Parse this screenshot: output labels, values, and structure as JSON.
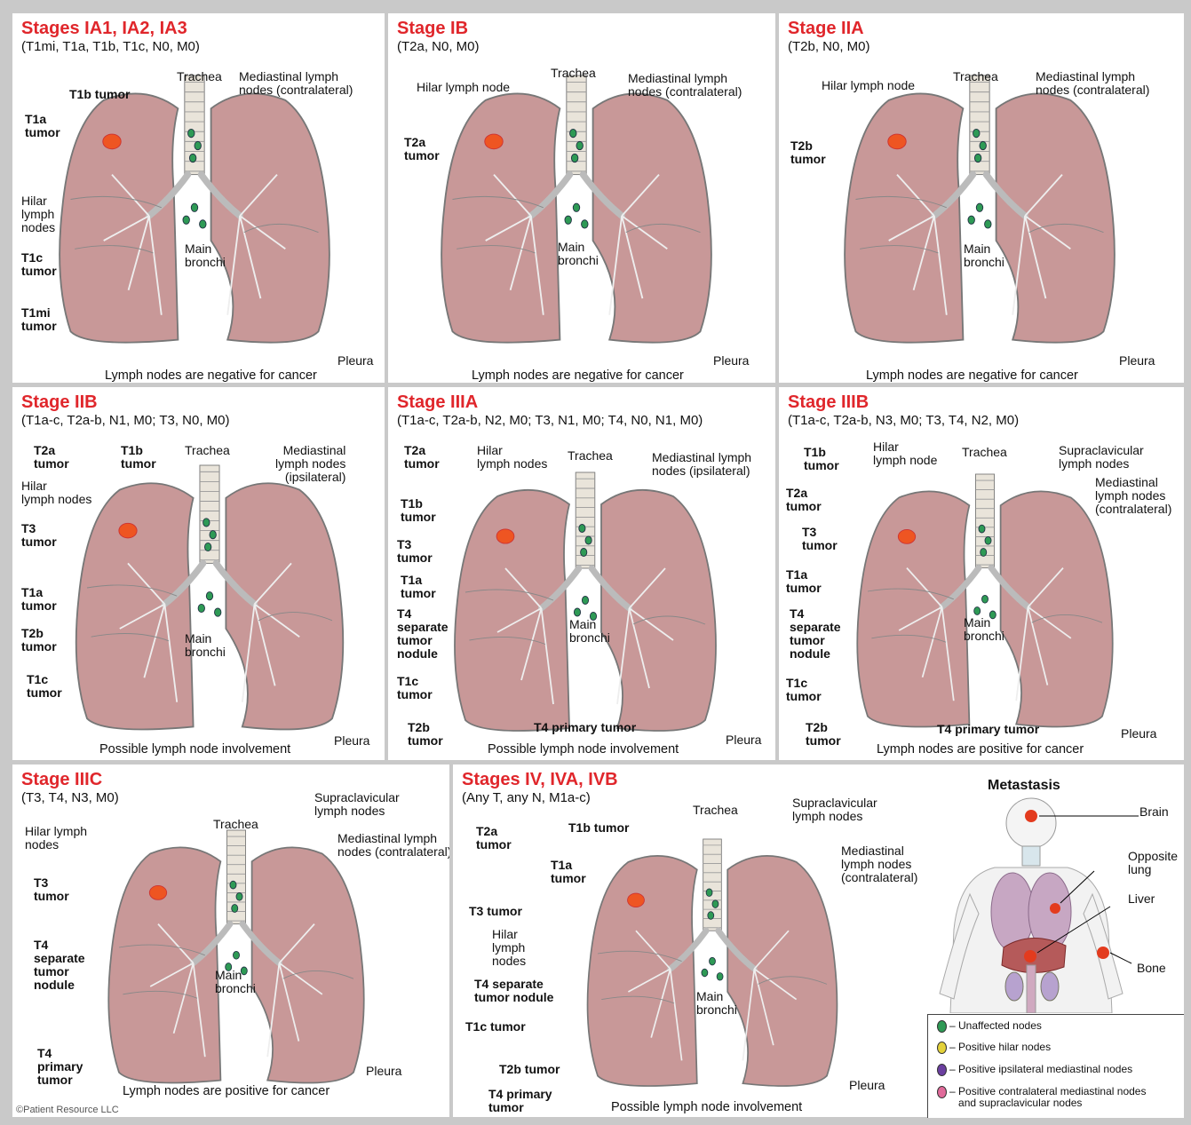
{
  "colors": {
    "title_red": "#e0262b",
    "lung": "#c89898",
    "tumor": "#ee5522",
    "unaffected": "#2e9a55",
    "hilar": "#e4d23a",
    "ipsilateral": "#6b3fa0",
    "contralateral": "#e06a9a"
  },
  "panels": [
    {
      "title": "Stages IA1, IA2, IA3",
      "subtitle": "(T1mi, T1a, T1b, T1c, N0, M0)",
      "footer": "Lymph nodes are negative for cancer"
    },
    {
      "title": "Stage IB",
      "subtitle": "(T2a, N0, M0)",
      "footer": "Lymph nodes are negative for cancer"
    },
    {
      "title": "Stage IIA",
      "subtitle": "(T2b, N0, M0)",
      "footer": "Lymph nodes are negative for cancer"
    },
    {
      "title": "Stage IIB",
      "subtitle": "(T1a-c, T2a-b, N1, M0; T3, N0, M0)",
      "footer": "Possible lymph node involvement"
    },
    {
      "title": "Stage IIIA",
      "subtitle": "(T1a-c, T2a-b, N2, M0; T3, N1, M0; T4, N0, N1, M0)",
      "footer": "Possible lymph node involvement"
    },
    {
      "title": "Stage IIIB",
      "subtitle": "(T1a-c, T2a-b, N3, M0; T3, T4, N2, M0)",
      "footer": "Lymph nodes are positive for cancer"
    },
    {
      "title": "Stage IIIC",
      "subtitle": "(T3, T4, N3, M0)",
      "footer": "Lymph nodes are positive for cancer"
    },
    {
      "title": "Stages IV, IVA, IVB",
      "subtitle": "(Any T, any N, M1a-c)",
      "footer": "Possible lymph node involvement"
    }
  ],
  "labels": {
    "trachea": "Trachea",
    "main_bronchi": "Main\nbronchi",
    "pleura": "Pleura",
    "mediastinal_contra": "Mediastinal lymph\nnodes (contralateral)",
    "mediastinal_ipsi": "Mediastinal\nlymph nodes\n(ipsilateral)",
    "mediastinal_ipsi_2": "Mediastinal lymph\nnodes (ipsilateral)",
    "mediastinal_contra_3": "Mediastinal\nlymph nodes\n(contralateral)",
    "hilar_3line": "Hilar\nlymph\nnodes",
    "hilar_node": "Hilar lymph node",
    "hilar_nodes_2line": "Hilar\nlymph nodes",
    "hilar_nodes_a": "Hilar lymph\nnodes",
    "hilar_node_2line": "Hilar\nlymph node",
    "supraclavicular": "Supraclavicular\nlymph nodes",
    "t1a": "T1a\ntumor",
    "t1b": "T1b\ntumor",
    "t1b_inline": "T1b tumor",
    "t1c": "T1c\ntumor",
    "t1c_inline": "T1c tumor",
    "t1mi": "T1mi\ntumor",
    "t2a": "T2a\ntumor",
    "t2b": "T2b\ntumor",
    "t2b_inline": "T2b tumor",
    "t3": "T3\ntumor",
    "t3_inline": "T3 tumor",
    "t4_sep": "T4\nseparate\ntumor\nnodule",
    "t4_sep_2": "T4 separate\ntumor nodule",
    "t4_primary": "T4 primary tumor",
    "t4_primary_3": "T4\nprimary\ntumor",
    "t4_primary_2": "T4 primary\ntumor"
  },
  "metastasis": {
    "title": "Metastasis",
    "brain": "Brain",
    "lung": "Opposite\nlung",
    "liver": "Liver",
    "bone": "Bone"
  },
  "legend": [
    {
      "label": "Unaffected nodes",
      "color": "#2e9a55"
    },
    {
      "label": "Positive hilar nodes",
      "color": "#e4d23a"
    },
    {
      "label": "Positive ipsilateral mediastinal nodes",
      "color": "#6b3fa0"
    },
    {
      "label": "Positive contralateral mediastinal nodes\nand supraclavicular nodes",
      "color": "#e06a9a"
    }
  ],
  "copyright": "©Patient Resource LLC"
}
